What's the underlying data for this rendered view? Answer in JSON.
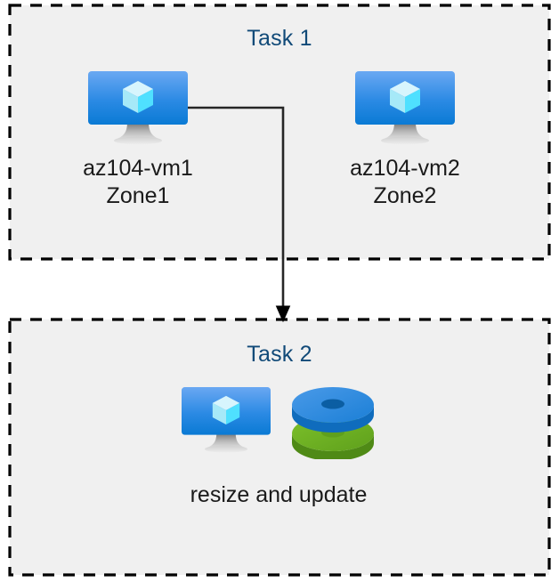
{
  "diagram": {
    "title_color": "#114a78",
    "box_fill": "#f0f0f0",
    "box_border_color": "#000000",
    "connector_color": "#262626",
    "groups": [
      {
        "id": "task1",
        "title": "Task 1",
        "nodes": [
          {
            "id": "vm1",
            "icon": "azure-virtual-machine-icon",
            "label_line1": "az104-vm1",
            "label_line2": "Zone1"
          },
          {
            "id": "vm2",
            "icon": "azure-virtual-machine-icon",
            "label_line1": "az104-vm2",
            "label_line2": "Zone2"
          }
        ]
      },
      {
        "id": "task2",
        "title": "Task 2",
        "nodes": [
          {
            "id": "vm-resize",
            "icon": "azure-virtual-machine-icon",
            "icon2": "azure-disks-icon",
            "label_line1": "resize and update",
            "label_line2": ""
          }
        ]
      }
    ],
    "connector": {
      "from": "vm1",
      "to": "task2",
      "style": "elbow-arrow"
    },
    "colors": {
      "vm_screen_top": "#5ea0ef",
      "vm_screen_bottom": "#0078d4",
      "vm_stand": "#a3a3a3",
      "cube_light": "#c3f1fd",
      "cube_mid": "#9ce9fb",
      "cube_bright": "#50e6ff",
      "disk_blue": "#1f8ae0",
      "disk_blue_dark": "#0f6cbd",
      "disk_green": "#6eb422",
      "disk_green_dark": "#4f8a16"
    }
  }
}
